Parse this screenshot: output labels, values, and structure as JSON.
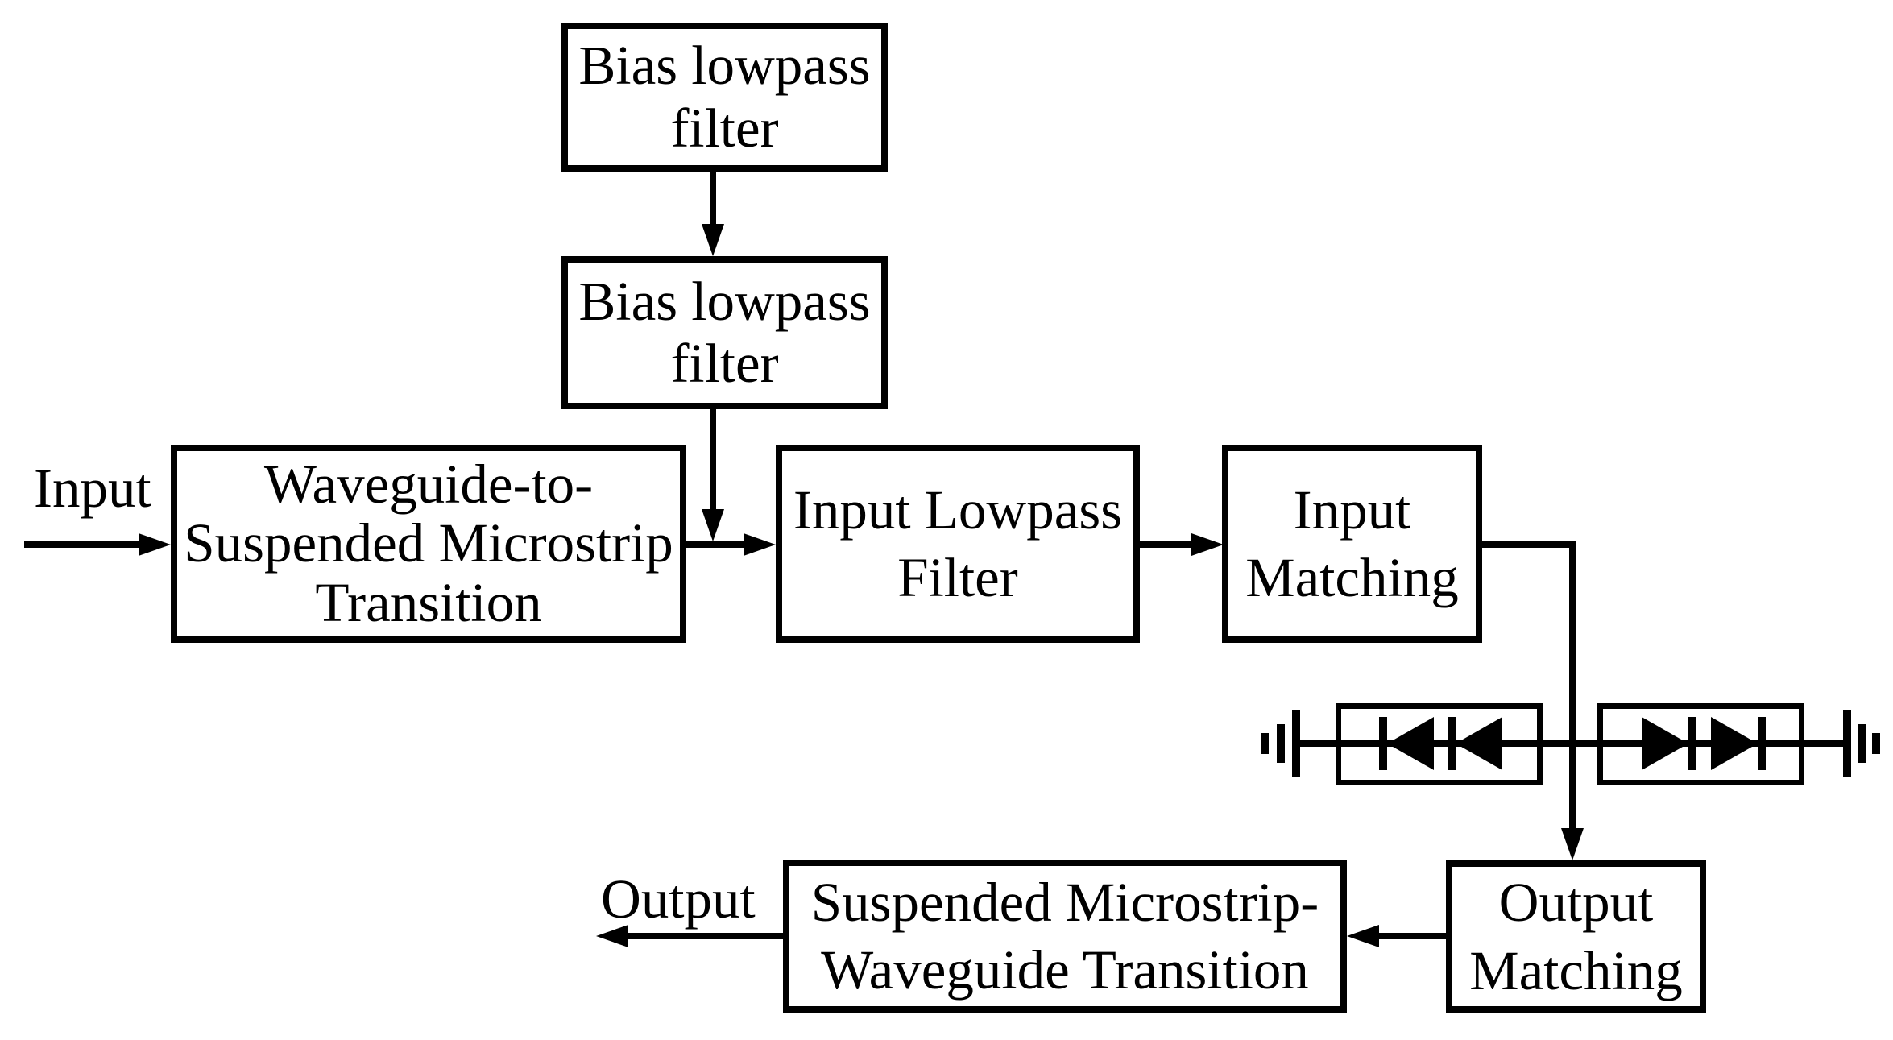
{
  "colors": {
    "ink": "#000000",
    "background": "#ffffff"
  },
  "labels": {
    "input": "Input",
    "output": "Output"
  },
  "nodes": {
    "bias_filter_top": {
      "lines": [
        "Bias lowpass",
        "filter"
      ]
    },
    "bias_filter_bottom": {
      "lines": [
        "Bias lowpass",
        "filter"
      ]
    },
    "wg_to_ms_transition": {
      "lines": [
        "Waveguide-to-",
        "Suspended Microstrip",
        "Transition"
      ]
    },
    "input_lowpass_filter": {
      "lines": [
        "Input Lowpass",
        "Filter"
      ]
    },
    "input_matching": {
      "lines": [
        "Input",
        "Matching"
      ]
    },
    "output_matching": {
      "lines": [
        "Output",
        "Matching"
      ]
    },
    "ms_to_wg_transition": {
      "lines": [
        "Suspended Microstrip-",
        "Waveguide Transition"
      ]
    }
  },
  "icons": {
    "ground_left": "rf-ground-icon",
    "ground_right": "rf-ground-icon",
    "diode_pair_left": "series-diode-pair-pointing-left-icon",
    "diode_pair_right": "series-diode-pair-pointing-right-icon"
  }
}
